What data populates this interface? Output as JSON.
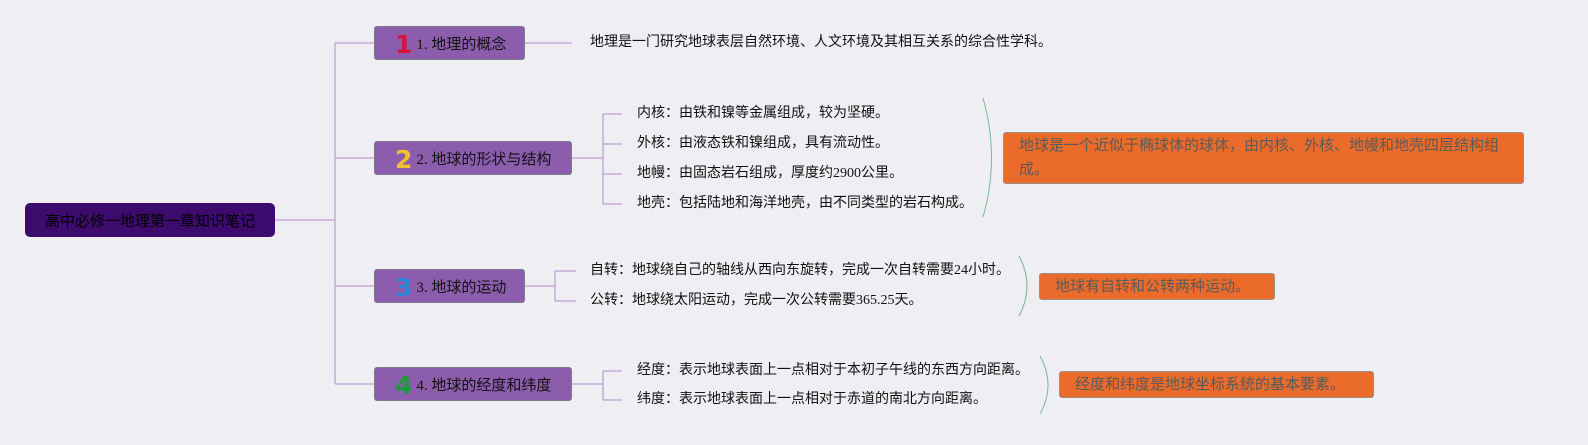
{
  "root": {
    "label": "高中必修一地理第一章知识笔记"
  },
  "topics": [
    {
      "num": "1",
      "num_color": "#d9123a",
      "label": "1. 地理的概念",
      "children": [
        "地理是一门研究地球表层自然环境、人文环境及其相互关系的综合性学科。"
      ],
      "summary": ""
    },
    {
      "num": "2",
      "num_color": "#f2c22d",
      "label": "2. 地球的形状与结构",
      "children": [
        "内核：由铁和镍等金属组成，较为坚硬。",
        "外核：由液态铁和镍组成，具有流动性。",
        "地幔：由固态岩石组成，厚度约2900公里。",
        "地壳：包括陆地和海洋地壳，由不同类型的岩石构成。"
      ],
      "summary": "地球是一个近似于椭球体的球体，由内核、外核、地幔和地壳四层结构组成。"
    },
    {
      "num": "3",
      "num_color": "#2f86d9",
      "label": "3. 地球的运动",
      "children": [
        "自转：地球绕自己的轴线从西向东旋转，完成一次自转需要24小时。",
        "公转：地球绕太阳运动，完成一次公转需要365.25天。"
      ],
      "summary": "地球有自转和公转两种运动。"
    },
    {
      "num": "4",
      "num_color": "#1e9a3c",
      "label": "4. 地球的经度和纬度",
      "children": [
        "经度：表示地球表面上一点相对于本初子午线的东西方向距离。",
        "纬度：表示地球表面上一点相对于赤道的南北方向距离。"
      ],
      "summary": "经度和纬度是地球坐标系统的基本要素。"
    }
  ],
  "colors": {
    "background": "#efeff3",
    "root_fill": "#3d0b6e",
    "topic_fill": "#8c5cad",
    "branch_line": "#b18ac9",
    "summary_fill": "#ea6b2a",
    "brace_line": "#7fb59a"
  }
}
